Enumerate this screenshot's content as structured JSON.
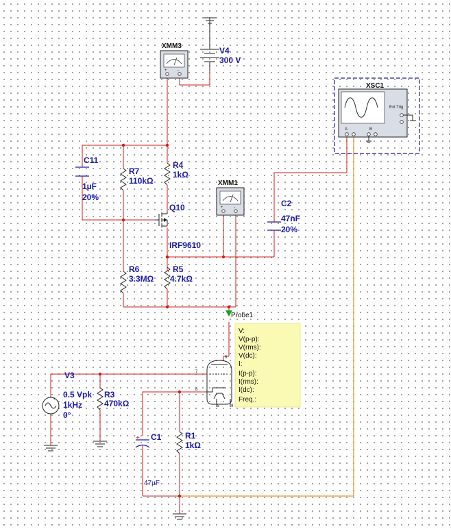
{
  "components": {
    "xmm3": {
      "label": "XMM3",
      "plus": "+",
      "minus": "-"
    },
    "xmm1": {
      "label": "XMM1",
      "plus": "+",
      "minus": "-"
    },
    "v4": {
      "name": "V4",
      "value": "300 V"
    },
    "xsc1": {
      "name": "XSC1",
      "ext_trig": "Ext Trig",
      "ch_a": "A",
      "ch_b": "B"
    },
    "c11": {
      "name": "C11",
      "value": "1µF",
      "tolerance": "20%"
    },
    "r7": {
      "name": "R7",
      "value": "110kΩ"
    },
    "r4": {
      "name": "R4",
      "value": "1kΩ"
    },
    "q10": {
      "name": "Q10",
      "part": "IRF9610"
    },
    "c2": {
      "name": "C2",
      "value": "47nF",
      "tolerance": "20%"
    },
    "r6": {
      "name": "R6",
      "value": "3.3MΩ"
    },
    "r5": {
      "name": "R5",
      "value": "4.7kΩ"
    },
    "v3": {
      "name": "V3",
      "amplitude": "0.5 Vpk",
      "frequency": "1kHz",
      "phase": "0°"
    },
    "r3": {
      "name": "R3",
      "value": "470kΩ"
    },
    "c1": {
      "name": "C1",
      "value": "47µF",
      "plus": "+"
    },
    "r1": {
      "name": "R1",
      "value": "1kΩ"
    },
    "tube": {
      "pin_plate": "6",
      "pin_grid": "7",
      "pin_cathode": "8",
      "pin_heater_a": "5",
      "pin_heater_b": "9"
    }
  },
  "probe": {
    "name": "Probe1",
    "fields": [
      "V:",
      "V(p-p):",
      "V(rms):",
      "V(dc):",
      "I:",
      "I(p-p):",
      "I(rms):",
      "I(dc):",
      "Freq.:"
    ]
  },
  "colors": {
    "wire": "#d01818",
    "scope_wire": "#e0922a",
    "label": "#1a1aa8",
    "probe_box": "#fafab4",
    "scope_border": "#1a1aa8"
  }
}
